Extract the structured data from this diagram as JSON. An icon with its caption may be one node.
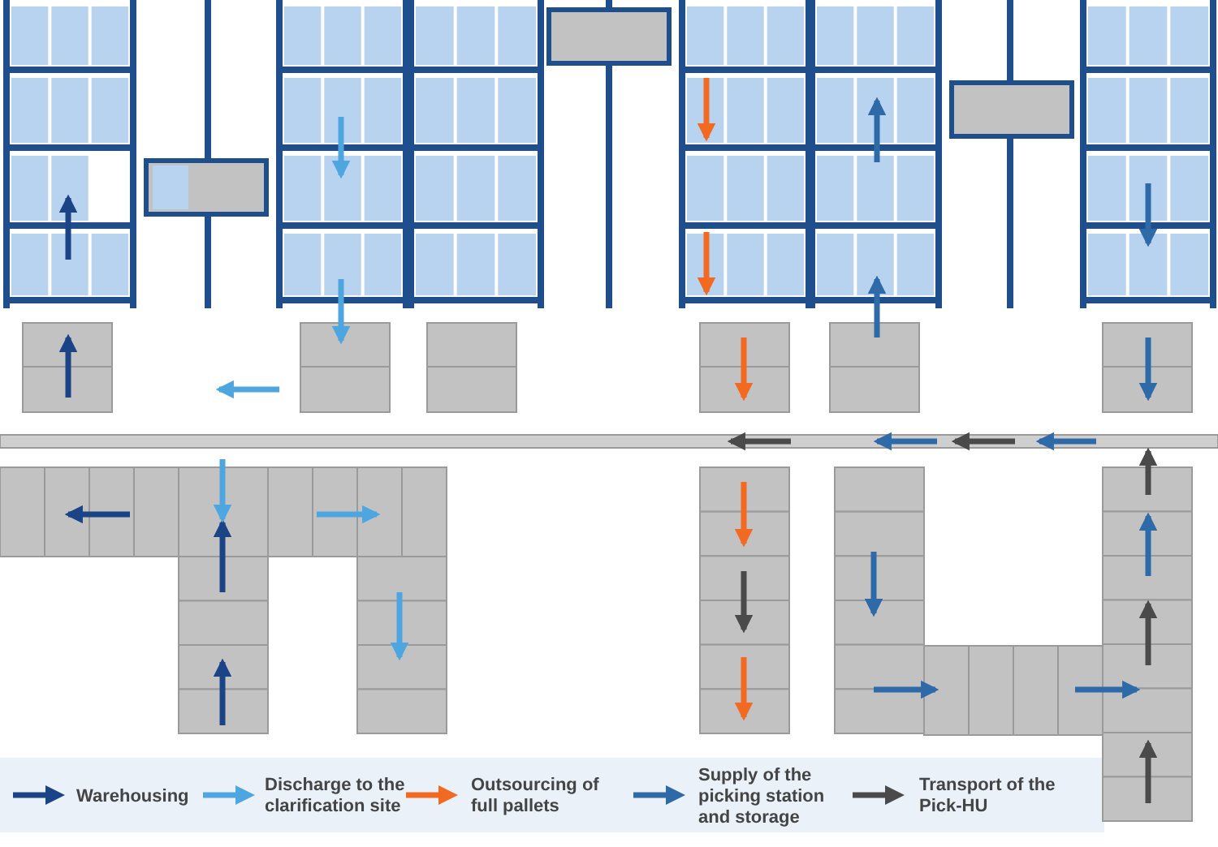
{
  "diagram": {
    "nodes": [
      {
        "text": [],
        "shape": "box"
      },
      {
        "text": [],
        "shape": "box"
      },
      {
        "text": [],
        "shape": "box"
      }
    ],
    "legend": [
      {
        "text": "Warehousing",
        "color": "#1a4486"
      },
      {
        "text": "Discharge to the clarification site",
        "color": "#4ea6e0"
      },
      {
        "text": "Outsourcing of full pallets",
        "color": "#f26a22"
      },
      {
        "text": "Supply of the picking station and storage",
        "color": "#2f6aa8"
      },
      {
        "text": "Transport of the Pick-HU",
        "color": "#4a4a4a"
      }
    ]
  }
}
